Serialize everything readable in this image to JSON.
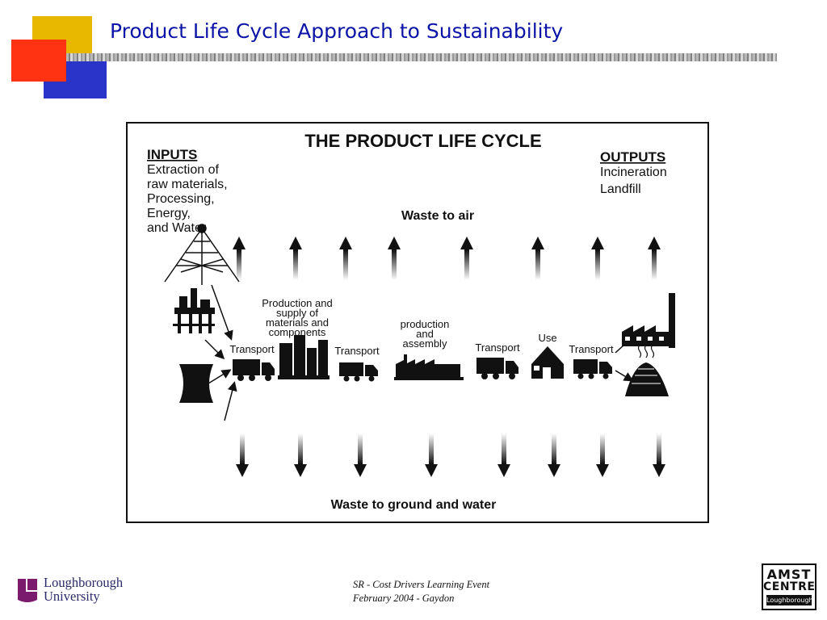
{
  "slide": {
    "title": "Product Life Cycle Approach to Sustainability"
  },
  "diagram": {
    "title": "THE PRODUCT LIFE CYCLE",
    "inputs_heading": "INPUTS",
    "inputs_lines": [
      "Extraction of",
      "raw materials,",
      "Processing,",
      "Energy,",
      "and Water"
    ],
    "outputs_heading": "OUTPUTS",
    "outputs_lines": [
      "Incineration",
      "Landfill"
    ],
    "waste_air": "Waste to air",
    "waste_ground": "Waste to ground and water",
    "production_lines": [
      "Production and",
      "supply of",
      "materials and",
      "components"
    ],
    "assembly_lines": [
      "production",
      "and",
      "assembly"
    ],
    "transport_label": "Transport",
    "use_label": "Use"
  },
  "footer": {
    "line1": "SR  - Cost Drivers Learning Event",
    "line2": "February 2004 - Gaydon"
  },
  "logos": {
    "university_line1": "Loughborough",
    "university_line2": "University",
    "amst_line1": "AMST",
    "amst_line2": "CENTRE",
    "amst_line3": "Loughborough"
  }
}
